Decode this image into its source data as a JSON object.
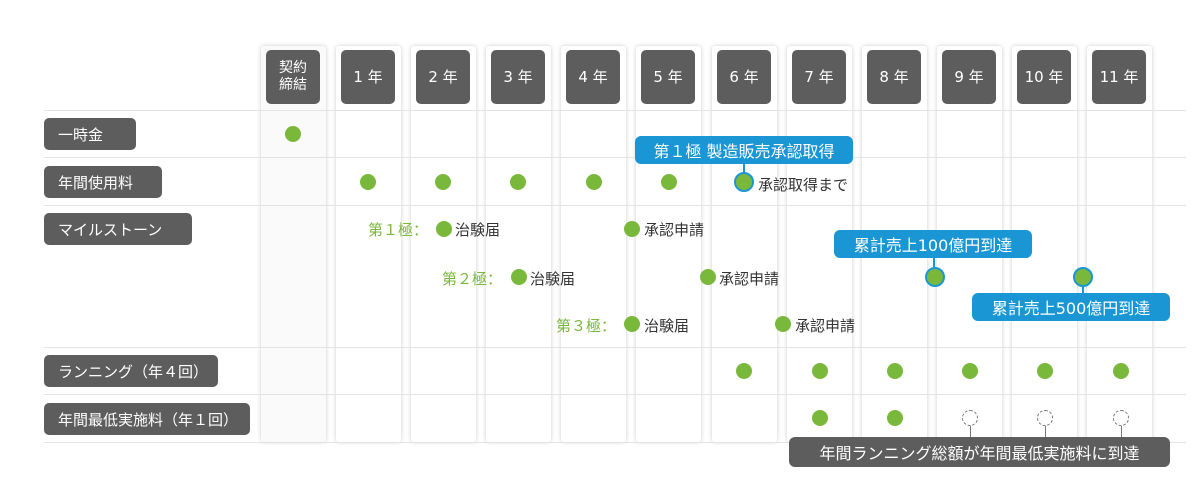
{
  "columns": [
    {
      "label": "契約\n締結"
    },
    {
      "label": "1 年"
    },
    {
      "label": "2 年"
    },
    {
      "label": "3 年"
    },
    {
      "label": "4 年"
    },
    {
      "label": "5 年"
    },
    {
      "label": "6 年"
    },
    {
      "label": "7 年"
    },
    {
      "label": "8 年"
    },
    {
      "label": "9 年"
    },
    {
      "label": "10 年"
    },
    {
      "label": "11 年"
    }
  ],
  "rows": [
    {
      "label": "一時金"
    },
    {
      "label": "年間使用料"
    },
    {
      "label": "マイルストーン"
    },
    {
      "label": "ランニング（年４回）"
    },
    {
      "label": "年間最低実施料（年１回）"
    }
  ],
  "milestones": {
    "indication1": "第１極：",
    "indication2": "第２極：",
    "indication3": "第３極：",
    "ctn": "治験届",
    "filing": "承認申請"
  },
  "annual_fee_note": "承認取得まで",
  "callouts": {
    "approval": "第１極 製造販売承認取得",
    "sales100": "累計売上100億円到達",
    "sales500": "累計売上500億円到達",
    "min_royalty": "年間ランニング総額が年間最低実施料に到達"
  },
  "colors": {
    "header_bg": "#5d5d5d",
    "dot_green": "#7ab83c",
    "callout_blue": "#1a96d4",
    "gridline": "#e3e3e3"
  }
}
